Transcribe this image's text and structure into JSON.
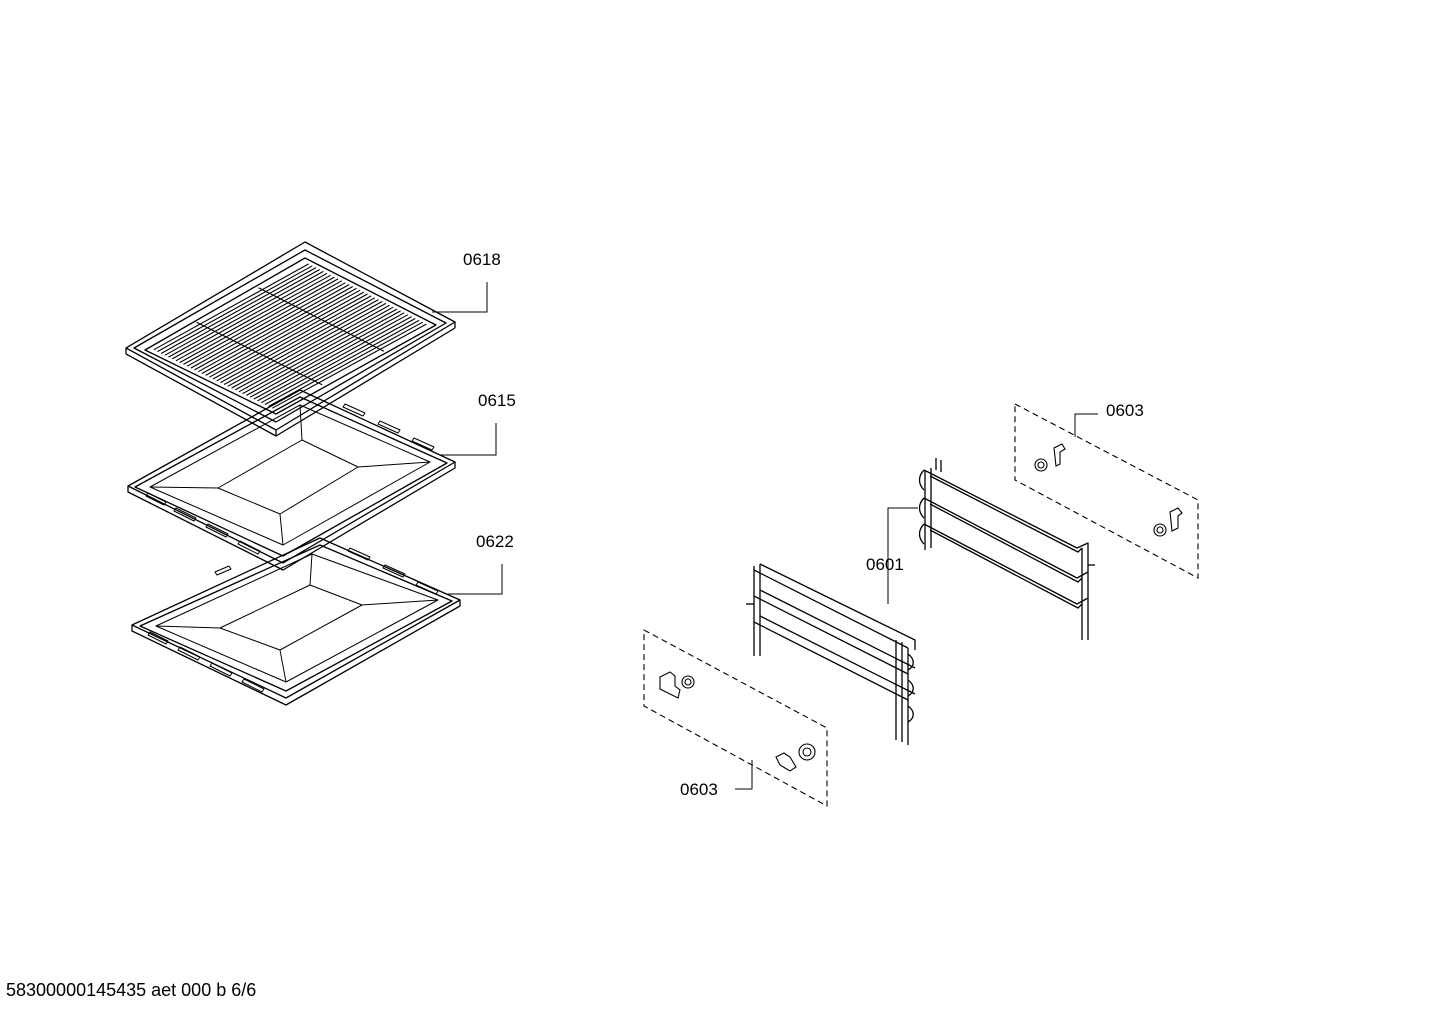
{
  "diagram": {
    "labels": {
      "grill_rack": "0618",
      "baking_tray": "0615",
      "deep_tray": "0622",
      "side_rails": "0601",
      "clips_upper": "0603",
      "clips_lower": "0603"
    },
    "colors": {
      "line": "#000000",
      "background": "#ffffff"
    }
  },
  "footer": {
    "drawing_code": "58300000145435 aet 000 b 6/6"
  }
}
